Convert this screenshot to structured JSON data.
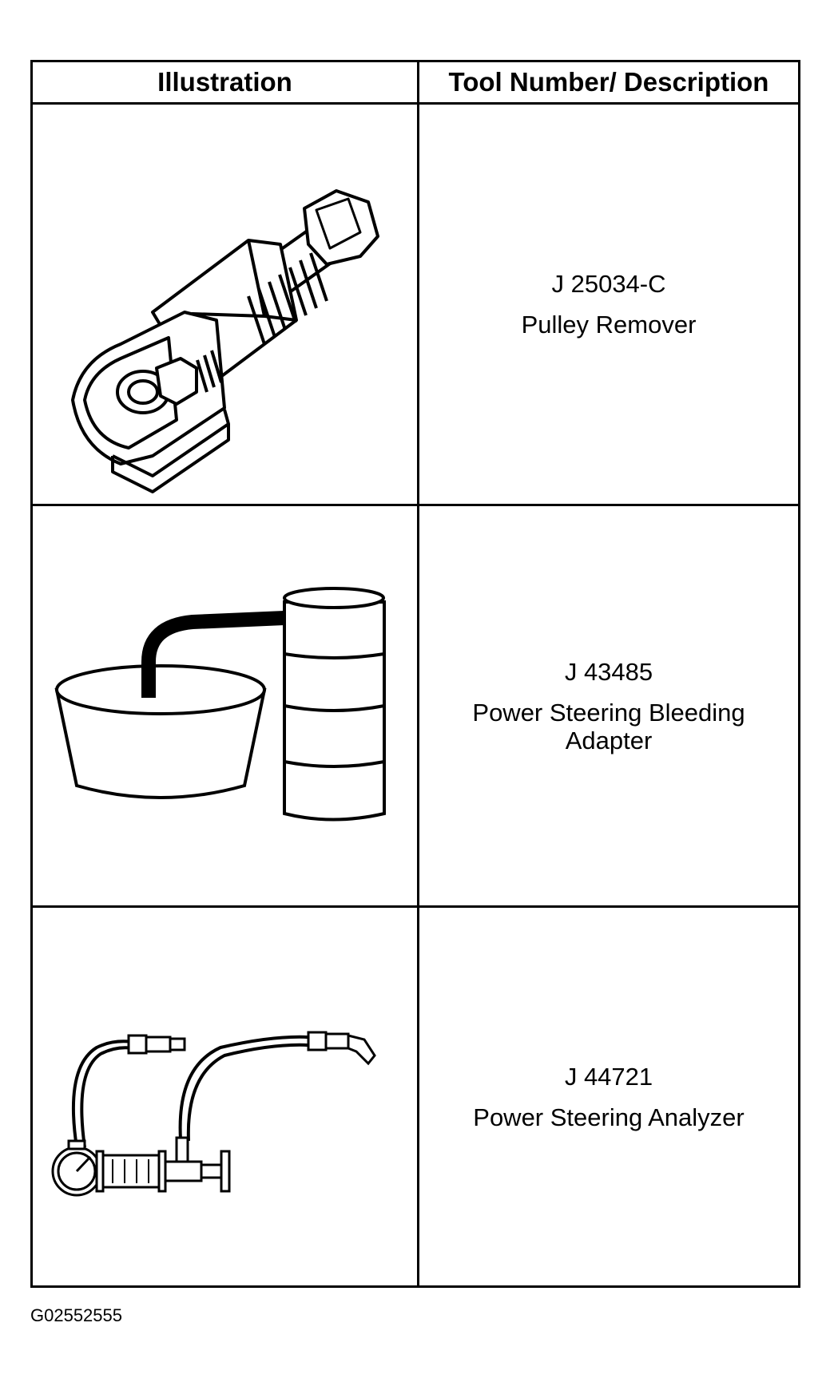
{
  "table": {
    "headers": {
      "illustration": "Illustration",
      "description": "Tool Number/ Description"
    },
    "tools": [
      {
        "number": "J 25034-C",
        "description": "Pulley Remover",
        "icon": "pulley-remover-illustration"
      },
      {
        "number": "J 43485",
        "description": "Power Steering Bleeding Adapter",
        "icon": "bleeding-adapter-illustration"
      },
      {
        "number": "J 44721",
        "description": "Power Steering Analyzer",
        "icon": "steering-analyzer-illustration"
      }
    ]
  },
  "figure_code": "G02552555"
}
